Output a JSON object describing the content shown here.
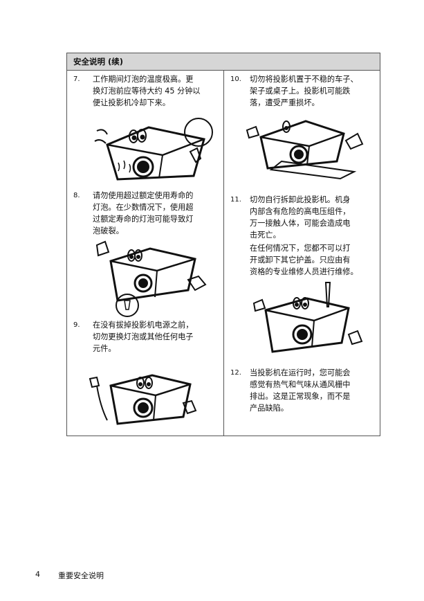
{
  "header": {
    "title": "安全说明 (续)"
  },
  "items": [
    {
      "number": "7.",
      "lines": [
        "工作期间灯泡的温度极高。更",
        "换灯泡前应等待大约 45 分钟以",
        "便让投影机冷却下来。"
      ]
    },
    {
      "number": "8.",
      "lines": [
        "请勿使用超过额定使用寿命的",
        "灯泡。在少数情况下，使用超",
        "过额定寿命的灯泡可能导致灯",
        "泡破裂。"
      ]
    },
    {
      "number": "9.",
      "lines": [
        "在没有拔掉投影机电源之前，",
        "切勿更换灯泡或其他任何电子",
        "元件。"
      ]
    },
    {
      "number": "10.",
      "lines": [
        "切勿将投影机置于不稳的车子、",
        "架子或桌子上。投影机可能跌",
        "落，遭受严重损坏。"
      ]
    },
    {
      "number": "11.",
      "lines": [
        "切勿自行拆卸此投影机。机身",
        "内部含有危险的高电压组件，",
        "万一接触人体，可能会造成电",
        "击死亡。"
      ],
      "lines2": [
        "在任何情况下，您都不可以打",
        "开或卸下其它护盖。只应由有",
        "资格的专业维修人员进行维修。"
      ]
    },
    {
      "number": "12.",
      "lines": [
        "当投影机在运行时，您可能会",
        "感觉有热气和气味从通风栅中",
        "排出。这是正常现象，而不是",
        "产品缺陷。"
      ]
    }
  ],
  "footer": {
    "page_number": "4",
    "section": "重要安全说明"
  }
}
